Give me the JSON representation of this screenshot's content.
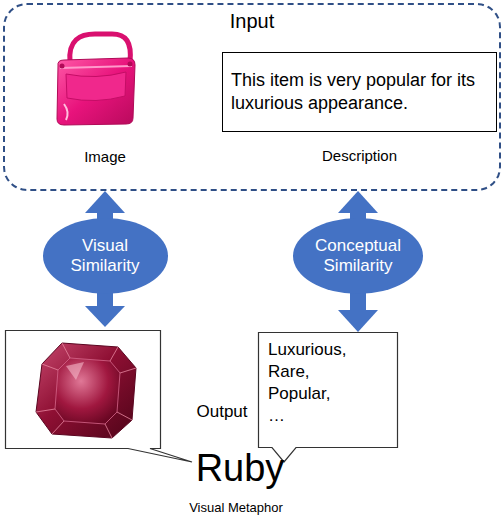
{
  "diagram": {
    "caption": "Visual Metaphor",
    "nodes": [
      {
        "text": [
          "Input"
        ]
      },
      {
        "text": [
          "This item is very popular for its luxurious appearance.",
          "Description"
        ],
        "in": 0
      },
      {
        "text": [
          "Visual Similarity"
        ]
      },
      {
        "text": [
          "Conceptual Similarity"
        ]
      },
      {
        "text": [
          "Luxurious, Rare, Popular, …"
        ]
      }
    ],
    "edges": [
      {
        "from": 2,
        "to": 0,
        "arrow": "to"
      },
      {
        "from": 3,
        "to": 0,
        "arrow": "to"
      },
      {
        "from": 3,
        "to": 4,
        "arrow": "to"
      }
    ],
    "labels": [
      "Image",
      "Output",
      "Ruby"
    ]
  }
}
